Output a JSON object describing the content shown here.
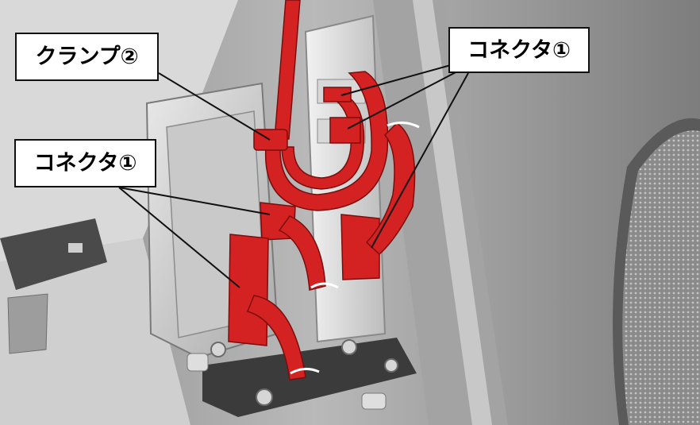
{
  "colors": {
    "highlight": "#d42222",
    "background_panel": "#9a9a9a",
    "bracket": "#3a3a3a"
  },
  "callouts": {
    "clamp_label": "クランプ②",
    "connector_label_right": "コネクタ①",
    "connector_label_left": "コネクタ①"
  }
}
